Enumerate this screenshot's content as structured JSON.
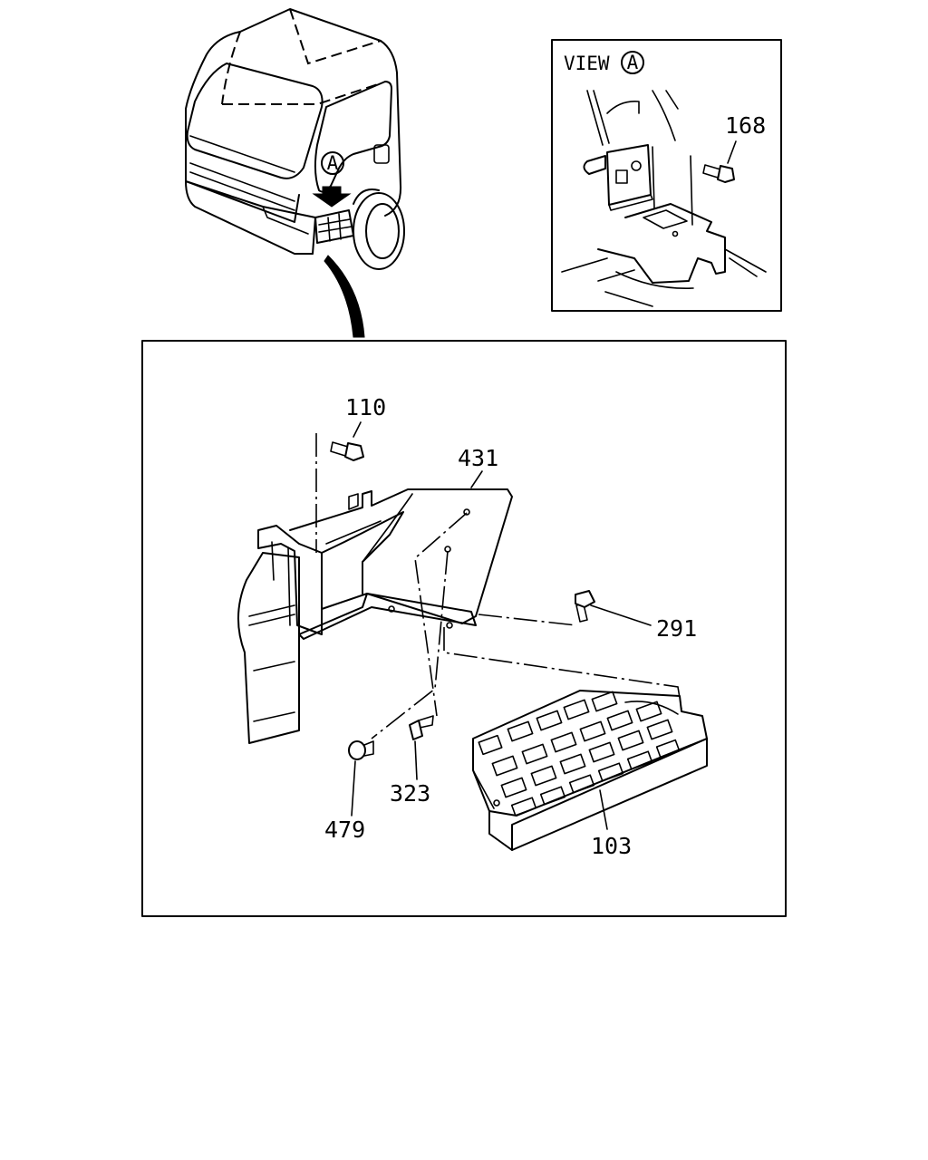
{
  "view_label": {
    "prefix": "VIEW",
    "marker": "A"
  },
  "cab_marker": "A",
  "callouts": [
    {
      "id": "168",
      "text": "168"
    },
    {
      "id": "110",
      "text": "110"
    },
    {
      "id": "431",
      "text": "431"
    },
    {
      "id": "291",
      "text": "291"
    },
    {
      "id": "323",
      "text": "323"
    },
    {
      "id": "479",
      "text": "479"
    },
    {
      "id": "103",
      "text": "103"
    }
  ]
}
